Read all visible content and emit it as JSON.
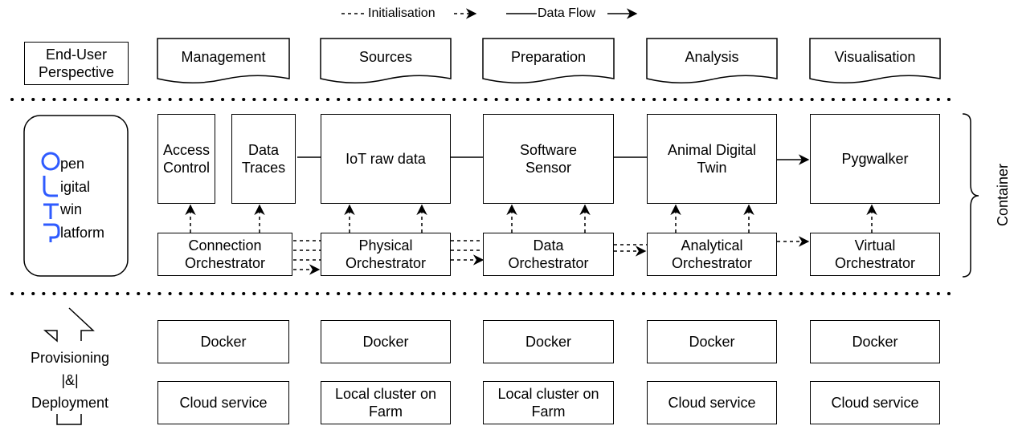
{
  "legend": {
    "initialisation": "Initialisation",
    "data_flow": "Data Flow"
  },
  "perspective_label": "End-User\nPerspective",
  "perspectives": [
    "Management",
    "Sources",
    "Preparation",
    "Analysis",
    "Visualisation"
  ],
  "platform": {
    "lines": [
      "pen",
      "igital",
      "win",
      "latform"
    ]
  },
  "components": {
    "access_control": "Access\nControl",
    "data_traces": "Data\nTraces",
    "iot_raw_data": "IoT raw data",
    "software_sensor": "Software\nSensor",
    "animal_digital_twin": "Animal Digital\nTwin",
    "pygwalker": "Pygwalker"
  },
  "orchestrators": {
    "connection": "Connection\nOrchestrator",
    "physical": "Physical\nOrchestrator",
    "data": "Data\nOrchestrator",
    "analytical": "Analytical\nOrchestrator",
    "virtual": "Virtual\nOrchestrator"
  },
  "container_label": "Container",
  "provisioning_label": "Provisioning\n|&|\nDeployment",
  "infrastructure": {
    "docker": [
      "Docker",
      "Docker",
      "Docker",
      "Docker",
      "Docker"
    ],
    "hosting": [
      "Cloud service",
      "Local cluster on\nFarm",
      "Local cluster on\nFarm",
      "Cloud service",
      "Cloud service"
    ]
  },
  "colors": {
    "logo_blue": "#2F5BFF",
    "stroke": "#000000"
  }
}
